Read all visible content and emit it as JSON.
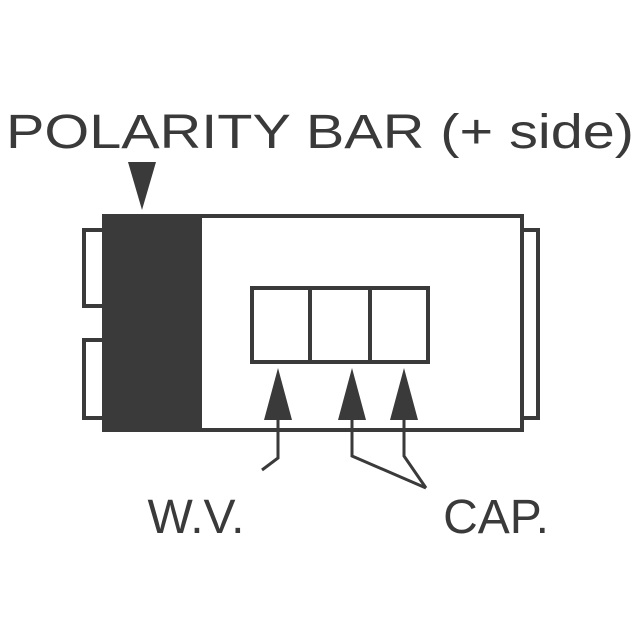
{
  "labels": {
    "polarity_bar": "POLARITY BAR (+ side)",
    "wv": "W.V.",
    "cap": "CAP."
  },
  "colors": {
    "ink": "#3a3a3a",
    "background": "#ffffff"
  }
}
